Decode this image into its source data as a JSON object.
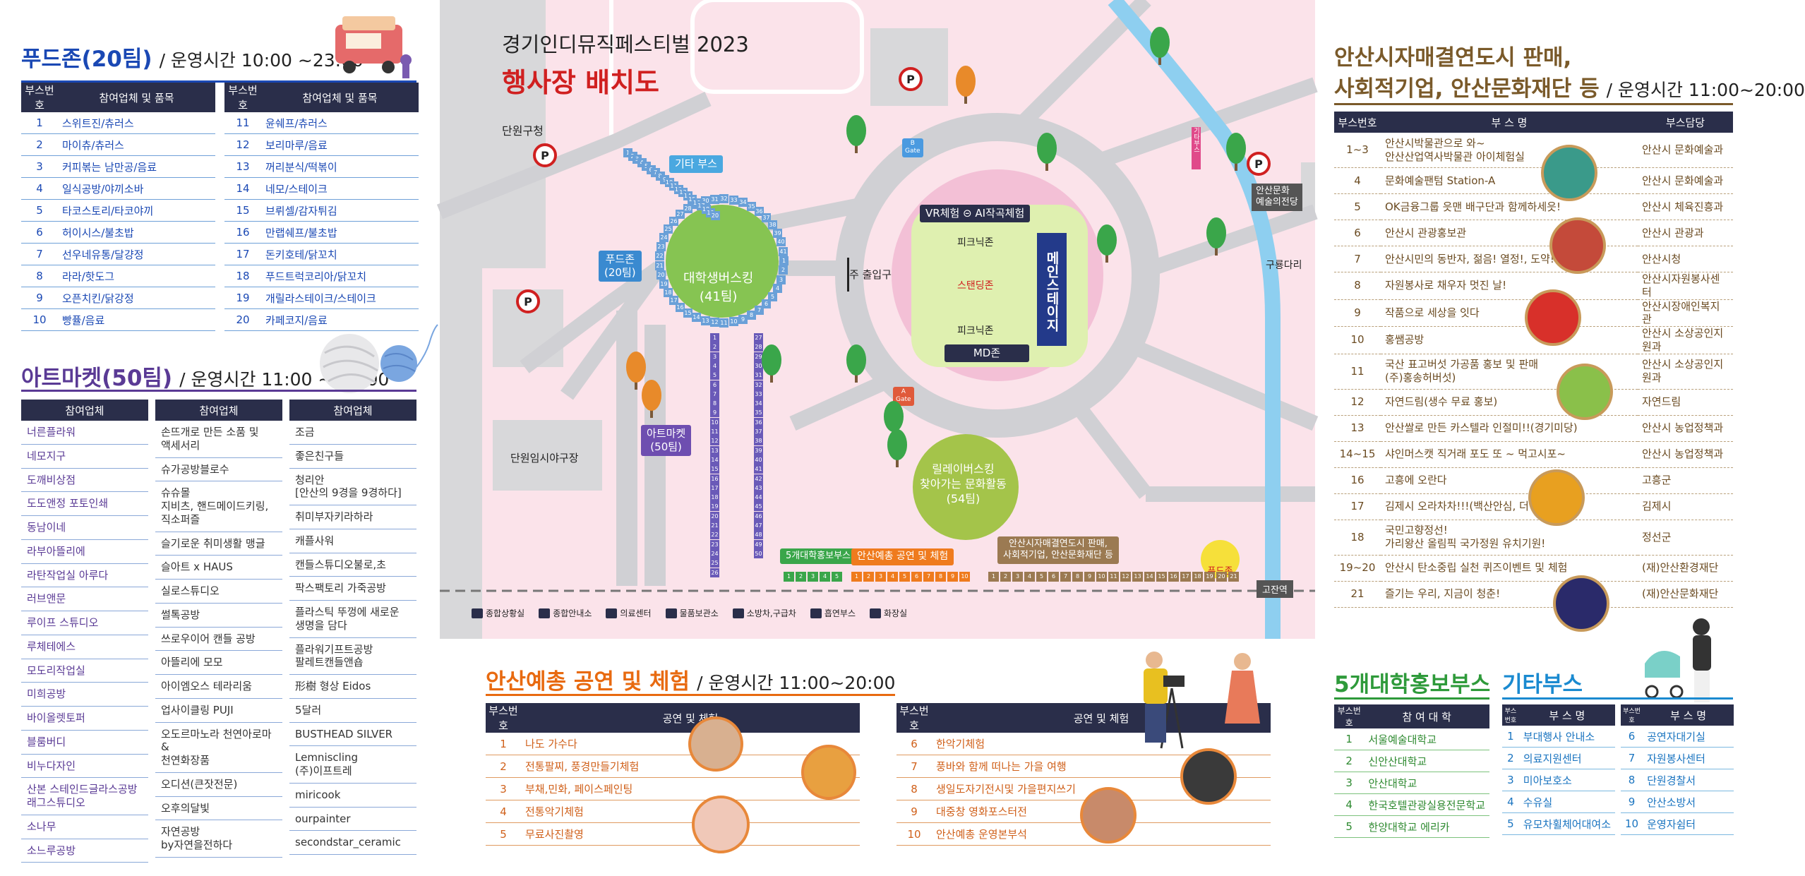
{
  "food": {
    "title": "푸드존(20팀)",
    "sub": "/ 운영시간 10:00 ~23:00",
    "col1": "부스번호",
    "col2": "참여업체 및 품목",
    "left": [
      [
        "1",
        "스위트진/츄러스"
      ],
      [
        "2",
        "마이츄/츄러스"
      ],
      [
        "3",
        "커피볶는 남만공/음료"
      ],
      [
        "4",
        "일식공방/야끼소바"
      ],
      [
        "5",
        "타코스토리/타코야끼"
      ],
      [
        "6",
        "허이시스/불초밥"
      ],
      [
        "7",
        "선우네유통/달걍정"
      ],
      [
        "8",
        "라라/핫도그"
      ],
      [
        "9",
        "오픈치킨/닭강정"
      ],
      [
        "10",
        "빵퓰/음료"
      ]
    ],
    "right": [
      [
        "11",
        "윤쉐프/츄러스"
      ],
      [
        "12",
        "보리마루/음료"
      ],
      [
        "13",
        "꺼리분식/떡볶이"
      ],
      [
        "14",
        "네모/스테이크"
      ],
      [
        "15",
        "브뤼셀/감자튀김"
      ],
      [
        "16",
        "만랩쉐프/불초밥"
      ],
      [
        "17",
        "돈키호테/닭꼬치"
      ],
      [
        "18",
        "푸드트럭코리아/닭꼬치"
      ],
      [
        "19",
        "개릴라스테이크/스테이크"
      ],
      [
        "20",
        "카페코지/음료"
      ]
    ]
  },
  "art": {
    "title": "아트마켓(50팀)",
    "sub": "/ 운영시간 11:00 ~ 20:00",
    "col": "참여업체",
    "c1": [
      "너른플라워",
      "네모지구",
      "도깨비상점",
      "도도앤정 포토인쇄",
      "동남이네",
      "라부아뜰리에",
      "라탄작업실 아루다",
      "러브앤문",
      "루이프 스튜디오",
      "루체테에스",
      "모도리작업실",
      "미희공방",
      "바이올렛토퍼",
      "블룸버디",
      "비누다자인",
      "산본 스테인드글라스공방\n래그스튜디오",
      "소나무",
      "소느루공방"
    ],
    "c2": [
      "손뜨개로 만든 소품 및\n액세서리",
      "슈가공방블로수",
      "슈슈몰\n지비츠, 핸드메이드키링,직소퍼즐",
      "슬기로운 취미생활 맹글",
      "슬아트 x HAUS",
      "실로스튜디오",
      "썰톡공방",
      "쓰로우이어 캔들 공방",
      "아뜰리에 모모",
      "아이엠오스 테라리움",
      "업사이클링 PUJI",
      "오도르마노라 천연아로마 &\n천연화장품",
      "오디션(큰잣전문)",
      "오후의달빛",
      "자연공방\nby자연을전하다"
    ],
    "c3": [
      "조금",
      "좋은친구들",
      "청리안\n[안산의 9경을 9경하다]",
      "취미부자키라하라",
      "캐플사워",
      "캔들스튜디오불로,초",
      "팍스팩토리 가죽공방",
      "플라스틱 뚜껑에 새로운\n생명을 담다",
      "플라워기프트공방\n팔레트캔들앤숍",
      "形樹 형상 Eidos",
      "5달러",
      "BUSTHEAD SILVER",
      "Lemniscling\n(주)이프트레",
      "miricook",
      "ourpainter",
      "secondstar_ceramic"
    ]
  },
  "map": {
    "fest_title": "경기인디뮤직페스티벌 2023",
    "map_title": "행사장 배치도",
    "labels": {
      "danwon": "단원구청",
      "etc_booth": "기타 부스",
      "food_zone": "푸드존\n(20팀)",
      "busking": "대학생버스킹\n(41팀)",
      "art_market": "아트마켓\n(50팀)",
      "danwon_office": "단원임시야구장",
      "vr": "VR체험 ⊝ AI작곡체험",
      "picnic1": "피크닉존",
      "standing": "스탠딩존",
      "picnic2": "피크닉존",
      "md": "MD존",
      "main_stage": "메인스테이지",
      "main_entry": "주 출입구",
      "relay": "릴레이버스킹\n찾아가는 문화활동\n(54팀)",
      "arts_center": "안산문화\n예술의전당",
      "gurong": "구룡다리",
      "gojan": "고잔역",
      "food_sign": "푸드존",
      "tag5": "5개대학홍보부스",
      "tag_ansan": "안산예총 공연 및 체험",
      "tag_city": "안산시자매결연도시 판매,\n사회적기업, 안산문화재단 등",
      "b_gate": "B\nGate",
      "a_gate": "A\nGate",
      "etc_vertical": "기타부스"
    },
    "legend": [
      "종합상황실",
      "종합안내소",
      "의료센터",
      "물품보관소",
      "소방차,구급차",
      "흡연부스",
      "화장실"
    ],
    "parking": "P"
  },
  "sister": {
    "title1": "안산시자매결연도시 판매,",
    "title2": "사회적기업, 안산문화재단 등",
    "sub": "/ 운영시간 11:00~20:00",
    "col1": "부스번호",
    "col2": "부 스 명",
    "col3": "부스담당",
    "rows": [
      [
        "1~3",
        "안산시박물관으로 와~\n안산산업역사박물관 아이체험실",
        "안산시 문화예술과"
      ],
      [
        "4",
        "문화예술팬텀 Station-A",
        "안산시 문화예술과"
      ],
      [
        "5",
        "OK금융그룹 읏맨 배구단과 함께하세읏!",
        "안산시 체육진흥과"
      ],
      [
        "6",
        "안산시 관광홍보관",
        "안산시 관광과"
      ],
      [
        "7",
        "안산시민의 동반자, 젊음! 열정!, 도약!",
        "안산시청"
      ],
      [
        "8",
        "자원봉사로 채우자 멋진 날!",
        "안산시자원봉사센터"
      ],
      [
        "9",
        "작품으로 세상을 잇다",
        "안산시장애인복지관"
      ],
      [
        "10",
        "홍쌤공방",
        "안산시 소상공인지원과"
      ],
      [
        "11",
        "국산 표고버섯 가공품 홍보 및 판매\n(주)홍송허버섯)",
        "안산시 소상공인지원과"
      ],
      [
        "12",
        "자연드림(생수 무료 홍보)",
        "자연드림"
      ],
      [
        "13",
        "안산쌀로 만든 카스텔라 인절미!!(경기미당)",
        "안산시 농업정책과"
      ],
      [
        "14~15",
        "샤인머스캣 직거래 포도 또 ~ 먹고시포~",
        "안산시 농업정책과"
      ],
      [
        "16",
        "고흥에 오란다",
        "고흥군"
      ],
      [
        "17",
        "김제시 오라차차!!!(백산안심, 더 힘찬)",
        "김제시"
      ],
      [
        "18",
        "국민고향정선!\n가리왕산 올림픽 국가정원 유치기원!",
        "정선군"
      ],
      [
        "19~20",
        "안산시 탄소중립 실천 퀴즈이벤트 및 체험",
        "(재)안산환경재단"
      ],
      [
        "21",
        "즐기는 우리, 지금이 청춘!",
        "(재)안산문화재단"
      ]
    ]
  },
  "ansan": {
    "title": "안산예총 공연 및 체험",
    "sub": "/ 운영시간  11:00~20:00",
    "col1": "부스번호",
    "col2": "공연 및 체험",
    "left": [
      [
        "1",
        "나도 가수다"
      ],
      [
        "2",
        "전통팔찌, 풍경만들기체험"
      ],
      [
        "3",
        "부채,민화, 페이스페인팅"
      ],
      [
        "4",
        "전통악기체험"
      ],
      [
        "5",
        "무료사진촬영"
      ]
    ],
    "right": [
      [
        "6",
        "한악기체험"
      ],
      [
        "7",
        "풍바와 함께 떠나는 가을 여행"
      ],
      [
        "8",
        "생일도자기전시및 가을편지쓰기"
      ],
      [
        "9",
        "대중창 영화포스터전"
      ],
      [
        "10",
        "안산예총 운영본부석"
      ]
    ]
  },
  "univ": {
    "title": "5개대학홍보부스",
    "col1": "부스번호",
    "col2": "참 여 대 학",
    "rows": [
      [
        "1",
        "서울예술대학교"
      ],
      [
        "2",
        "신안산대학교"
      ],
      [
        "3",
        "안산대학교"
      ],
      [
        "4",
        "한국호텔관광실용전문학교"
      ],
      [
        "5",
        "한양대학교 에리카"
      ]
    ]
  },
  "etc": {
    "title": "기타부스",
    "col1": "부스번호",
    "col2": "부 스 명",
    "left": [
      [
        "1",
        "부대행사 안내소"
      ],
      [
        "2",
        "의료지원센터"
      ],
      [
        "3",
        "미아보호소"
      ],
      [
        "4",
        "수유실"
      ],
      [
        "5",
        "유모차휠체어대여소"
      ]
    ],
    "right": [
      [
        "6",
        "공연자대기실"
      ],
      [
        "7",
        "자원봉사센터"
      ],
      [
        "8",
        "단원경찰서"
      ],
      [
        "9",
        "안산소방서"
      ],
      [
        "10",
        "운영자쉼터"
      ]
    ]
  },
  "colors": {
    "navy": "#2a2e4a",
    "blue": "#1a48b4",
    "purple": "#5a3a95",
    "brown": "#6a4a20",
    "orange": "#e86a10",
    "green": "#2e9a3a",
    "teal": "#1a8ad0",
    "red": "#d02020"
  }
}
